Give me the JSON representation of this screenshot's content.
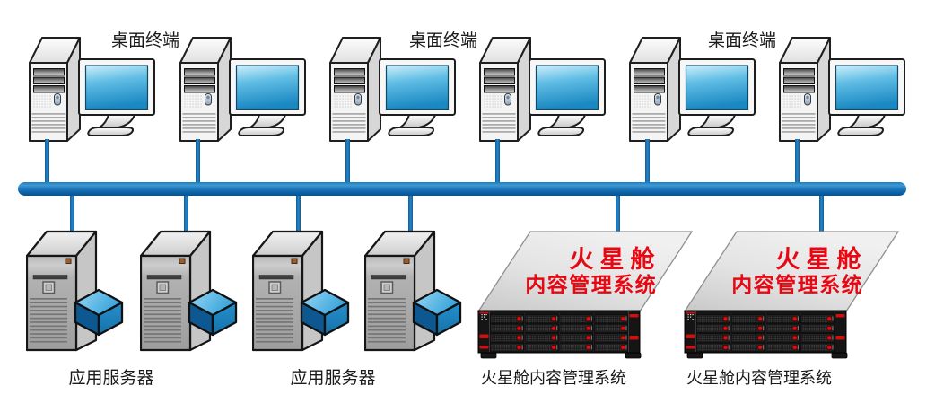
{
  "diagram_title": "network topology",
  "colors": {
    "bus_blue": "#1371b5",
    "connector_blue": "#1d74b6",
    "logo_red": "#e60813",
    "label_color": "#1a1a1a"
  },
  "labels": {
    "desktop_terminal": "桌面终端",
    "app_server": "应用服务器",
    "cms_system": "火星舱内容管理系统"
  },
  "cms_logo": {
    "line1": "火星舱",
    "line2": "内容管理系统"
  },
  "nodes": {
    "desktop_terminal_count": 6,
    "app_server_count": 4,
    "cms_server_count": 2
  }
}
